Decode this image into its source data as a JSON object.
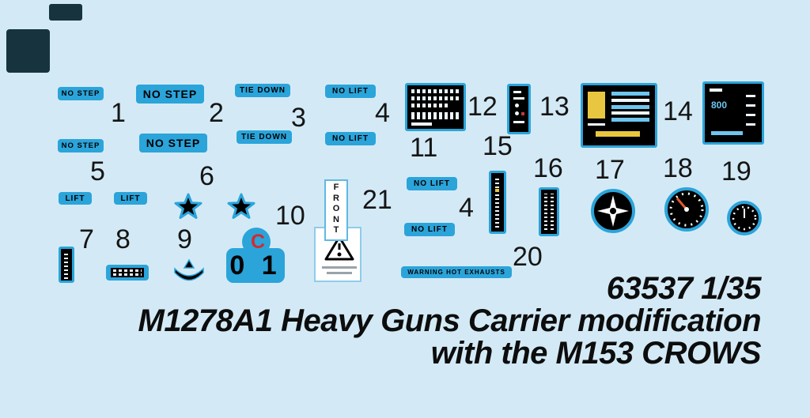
{
  "colors": {
    "background": "#d3eaf6",
    "decal_blue": "#2ba4da",
    "dark_corner": "#16333e",
    "red_marker": "#d12b2e",
    "panel_yellow": "#e9c63f"
  },
  "labels": {
    "no_step": "NO STEP",
    "tie_down": "TIE DOWN",
    "no_lift": "NO LIFT",
    "lift": "LIFT",
    "warning_hot_exhausts": "WARNING HOT EXHAUSTS",
    "front_letters": [
      "F",
      "R",
      "O",
      "N",
      "T"
    ],
    "c_marker": "C",
    "digits": "0 1",
    "panel_800": "800"
  },
  "callouts": {
    "c1": "1",
    "c2": "2",
    "c3": "3",
    "c4": "4",
    "c4b": "4",
    "c5": "5",
    "c6": "6",
    "c7": "7",
    "c8": "8",
    "c9": "9",
    "c10": "10",
    "c11": "11",
    "c12": "12",
    "c13": "13",
    "c14": "14",
    "c15": "15",
    "c16": "16",
    "c17": "17",
    "c18": "18",
    "c19": "19",
    "c20": "20",
    "c21": "21"
  },
  "footer": {
    "kit_number": "63537 1/35",
    "title_line1": "M1278A1 Heavy Guns Carrier modification",
    "title_line2": "with the M153 CROWS"
  }
}
